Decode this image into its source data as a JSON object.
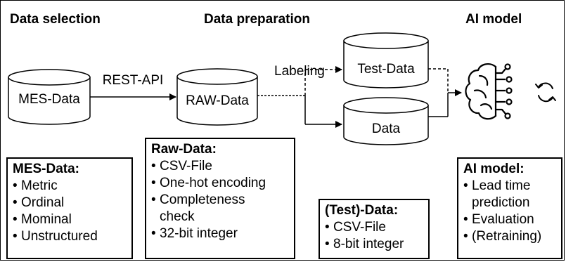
{
  "stages": {
    "data_selection": "Data selection",
    "data_preparation": "Data preparation",
    "ai_model": "AI model"
  },
  "nodes": {
    "mes_data": "MES-Data",
    "raw_data": "RAW-Data",
    "test_data": "Test-Data",
    "data": "Data"
  },
  "edges": {
    "rest_api": "REST-API",
    "labeling": "Labeling"
  },
  "icons": [
    "brain-circuit-icon",
    "refresh-cycle-icon"
  ],
  "boxes": {
    "mes": {
      "title": "MES-Data:",
      "items": [
        "Metric",
        "Ordinal",
        "Mominal",
        "Unstructured"
      ]
    },
    "raw": {
      "title": "Raw-Data:",
      "items": [
        "CSV-File",
        "One-hot encoding",
        "Completeness",
        "check",
        "32-bit integer"
      ]
    },
    "test": {
      "title": "(Test)-Data:",
      "items": [
        "CSV-File",
        "8-bit integer"
      ]
    },
    "ai": {
      "title": "AI model:",
      "items": [
        "Lead time",
        "prediction",
        "Evaluation",
        "(Retraining)"
      ]
    }
  }
}
